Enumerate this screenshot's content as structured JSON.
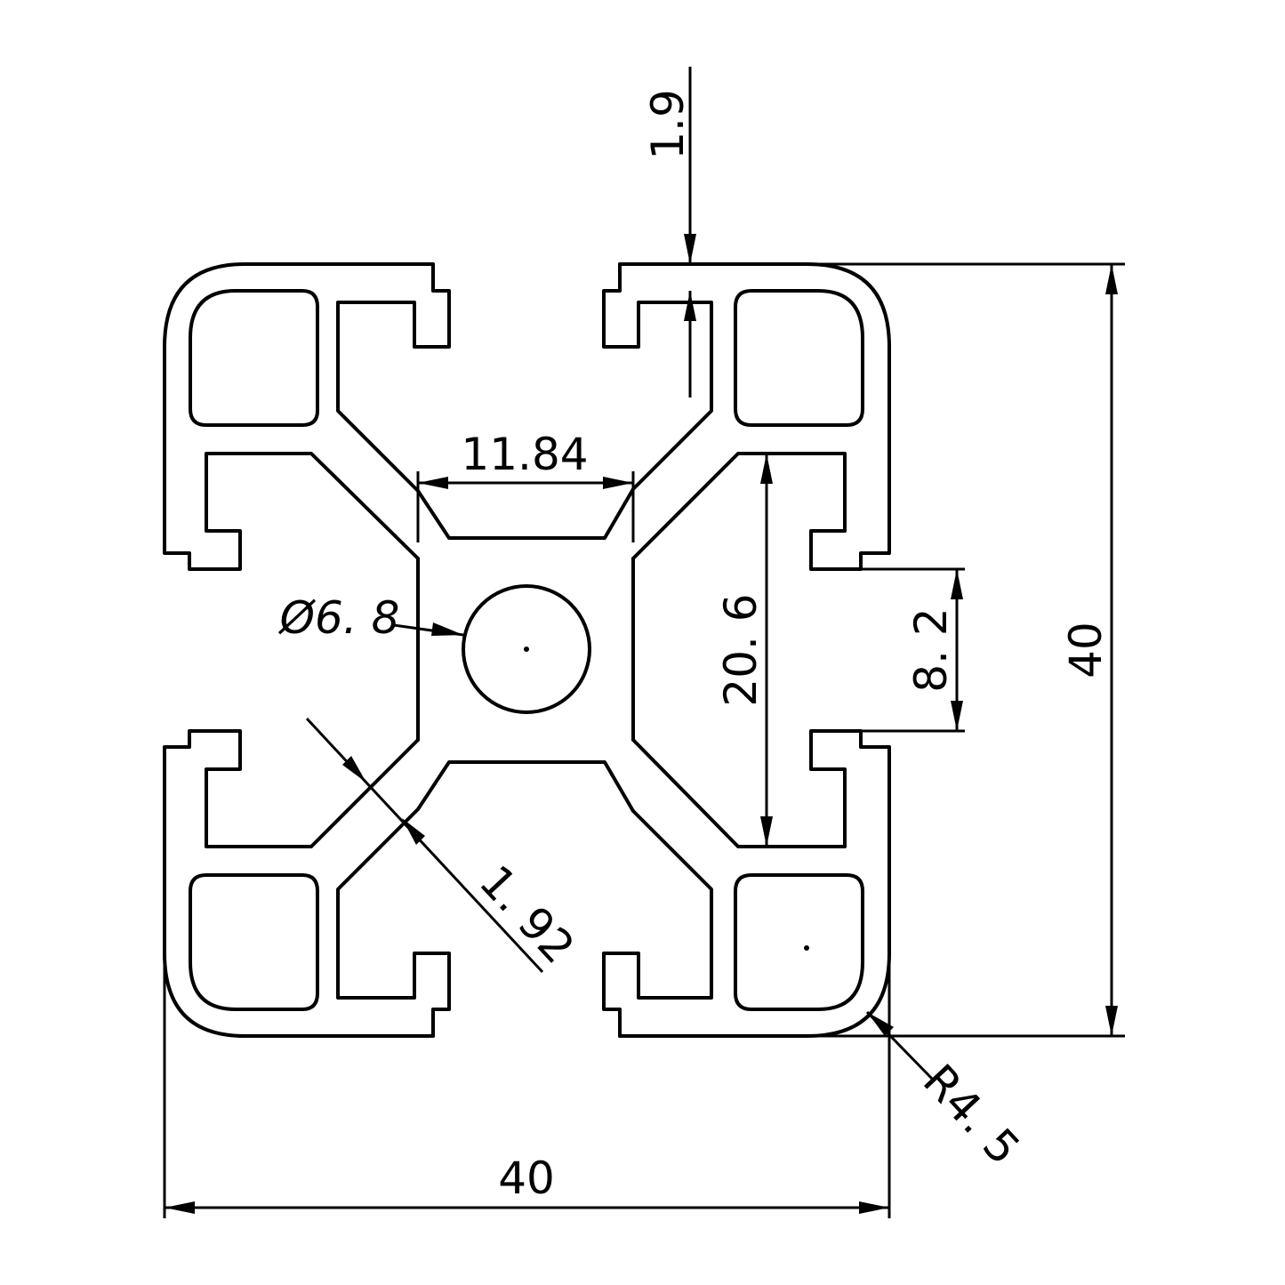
{
  "drawing": {
    "dimensions": {
      "wall_thickness": "1.9",
      "slot_width": "11.84",
      "center_bore": "Ø6. 8",
      "inner_span": "20. 6",
      "slot_opening": "8. 2",
      "height": "40",
      "width": "40",
      "web_thickness": "1. 92",
      "corner_radius": "R4. 5"
    }
  }
}
